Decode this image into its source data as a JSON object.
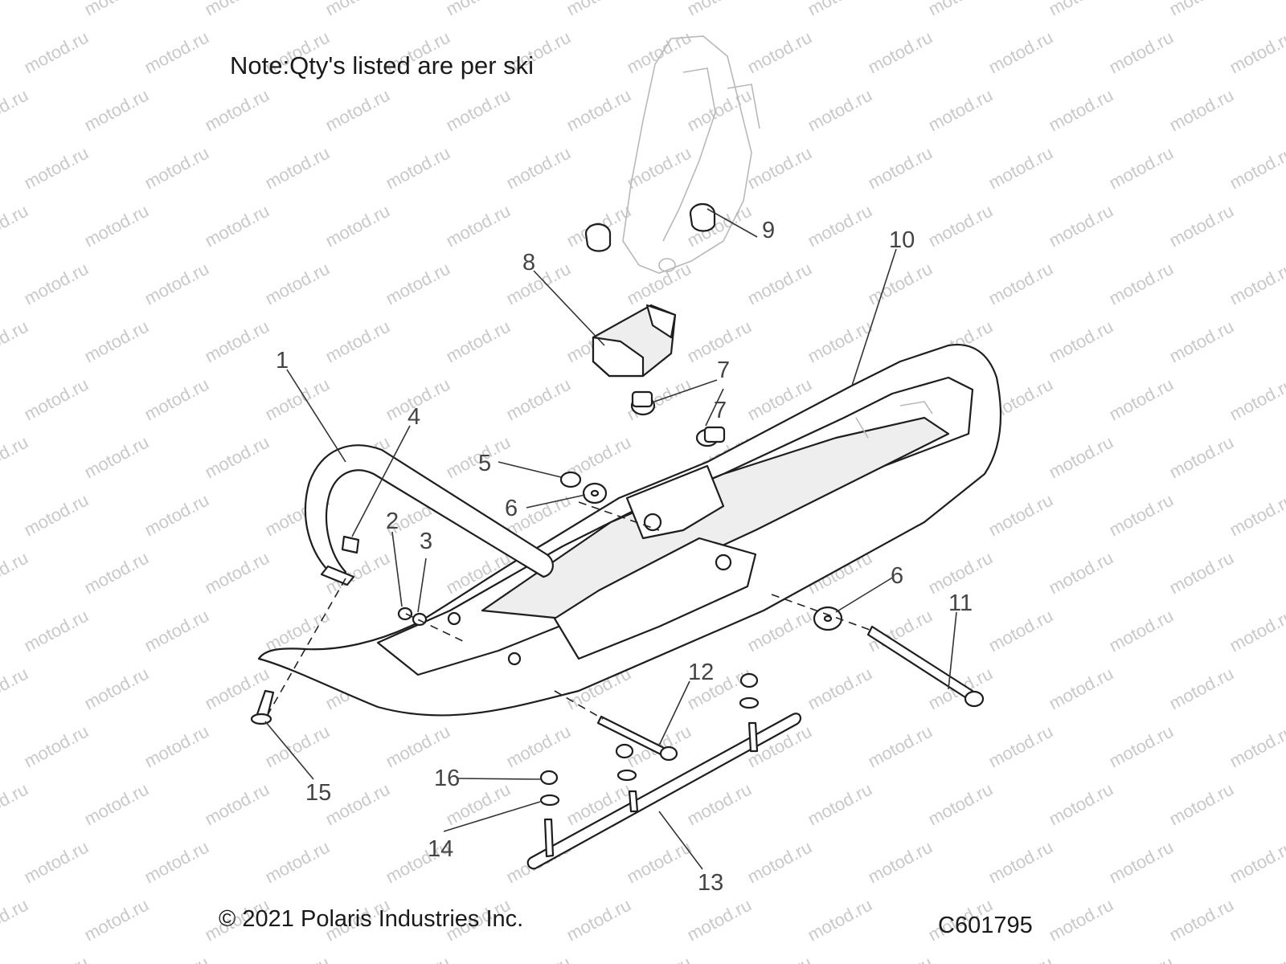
{
  "note": "Note:Qty's listed are per ski",
  "copyright": "© 2021 Polaris Industries Inc.",
  "drawing_code": "C601795",
  "watermark": "motod.ru",
  "callouts": [
    "1",
    "2",
    "3",
    "4",
    "5",
    "6",
    "6",
    "7",
    "7",
    "8",
    "9",
    "10",
    "11",
    "12",
    "13",
    "14",
    "15",
    "16"
  ],
  "colors": {
    "line": "#1e1e1e",
    "watermark": "#c9c9c9",
    "ghost": "#b8b8b8"
  }
}
